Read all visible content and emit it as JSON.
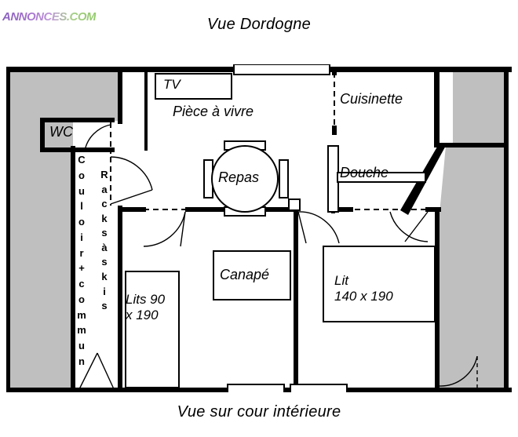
{
  "watermark": {
    "text": "ANNONCES.COM"
  },
  "captions": {
    "top": "Vue Dordogne",
    "bottom": "Vue sur cour intérieure"
  },
  "rooms": {
    "wc": "WC",
    "living": "Pièce à vivre",
    "kitchenette": "Cuisinette",
    "shower": "Douche"
  },
  "furniture": {
    "tv": "TV",
    "dining_table": "Repas",
    "sofa": "Canapé",
    "beds_single": "Lits 90\nx 190",
    "beds_single_line1": "Lits 90",
    "beds_single_line2": "x 190",
    "bed_double_line1": "Lit",
    "bed_double_line2": "140 x 190"
  },
  "corridor": {
    "label_full": "Couloir + commun",
    "letters": [
      "C",
      "o",
      "u",
      "l",
      "o",
      "i",
      "r",
      "+",
      "c",
      "o",
      "m",
      "m",
      "u",
      "n"
    ]
  },
  "ski_racks": {
    "label_full": "Racks à skis",
    "letters": [
      "R",
      "a",
      "c",
      "k",
      "s",
      "à",
      "s",
      "k",
      "i",
      "s"
    ]
  },
  "colors": {
    "wall": "#000000",
    "hatched_area": "#bfbfbf",
    "background": "#ffffff",
    "watermark_start": "#7b4fb5",
    "watermark_end": "#86c45a"
  }
}
